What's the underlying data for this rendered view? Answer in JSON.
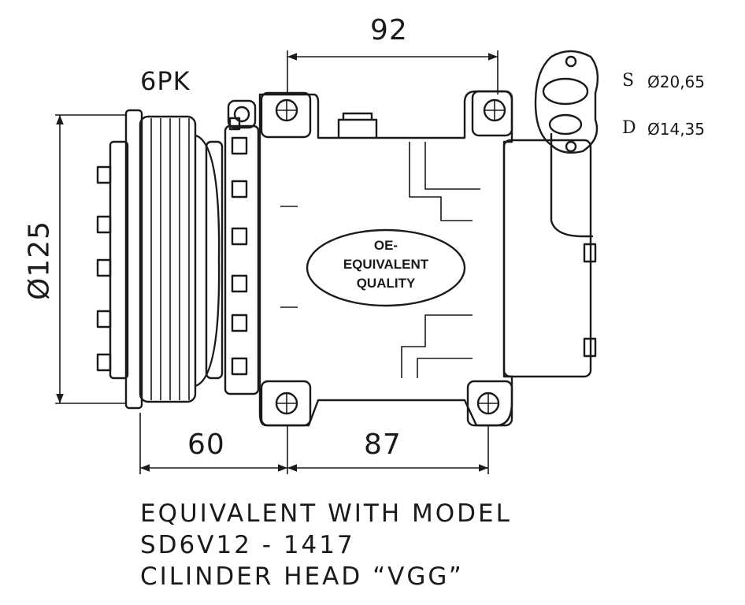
{
  "dimensions": {
    "top_width": "92",
    "left_offset": "60",
    "bottom_width": "87",
    "pulley_diameter": "Ø125",
    "belt": "6PK"
  },
  "ports": {
    "suction_code": "S",
    "suction_value": "Ø20,65",
    "discharge_code": "D",
    "discharge_value": "Ø14,35"
  },
  "badge": {
    "line1": "OE-",
    "line2": "EQUIVALENT",
    "line3": "QUALITY"
  },
  "notes": {
    "line1": "EQUIVALENT WITH MODEL",
    "line2": "SD6V12 - 1417",
    "line3": "CILINDER HEAD “VGG”"
  }
}
